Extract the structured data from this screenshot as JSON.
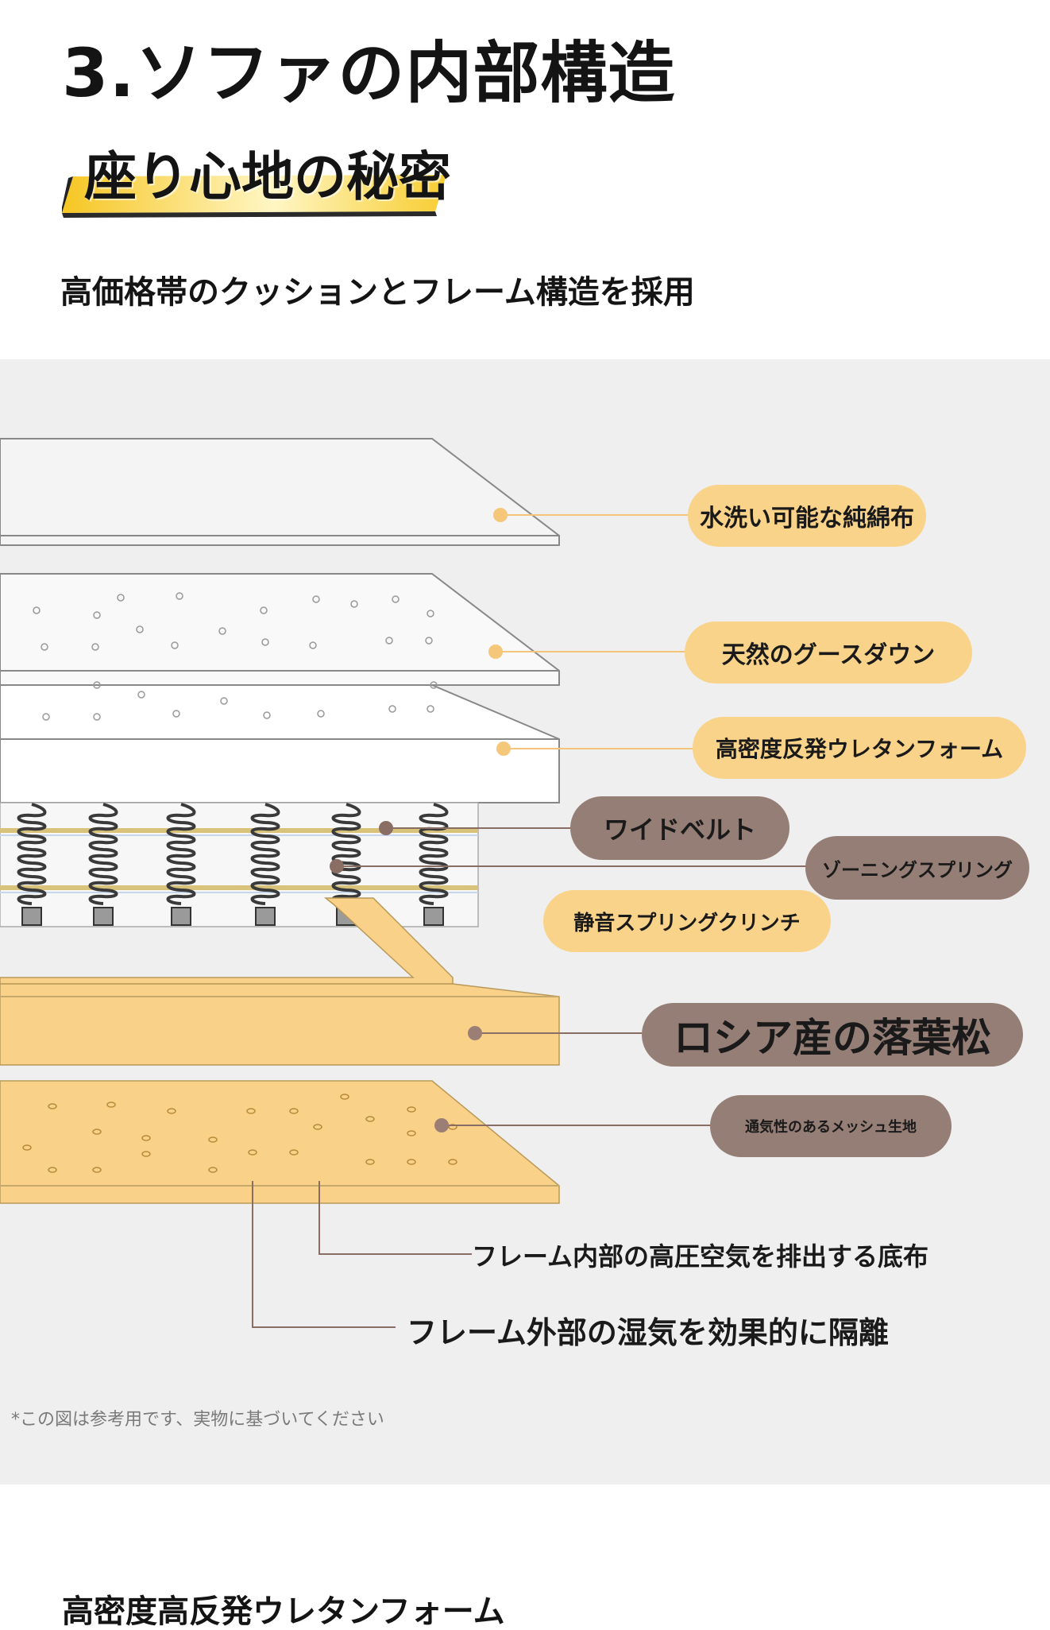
{
  "header": {
    "title": "3.ソファの内部構造",
    "subtitle": "座り心地の秘密",
    "tagline": "高価格帯のクッションとフレーム構造を採用"
  },
  "diagram": {
    "labels": [
      "水洗い可能な純綿布",
      "天然のグースダウン",
      "高密度反発ウレタンフォーム",
      "ワイドベルト",
      "ゾーニングスプリング",
      "静音スプリングクリンチ",
      "ロシア産の落葉松",
      "通気性のあるメッシュ生地",
      "フレーム内部の高圧空気を排出する底布",
      "フレーム外部の湿気を効果的に隔離"
    ],
    "note": "*この図は参考用です、実物に基づいてください"
  },
  "next_section": {
    "title": "高密度高反発ウレタンフォーム"
  },
  "colors": {
    "accent_yellow": "#f9d389",
    "label_brown": "#957e75",
    "panel_gray": "#efefef",
    "frame_orange": "#f9d189"
  }
}
